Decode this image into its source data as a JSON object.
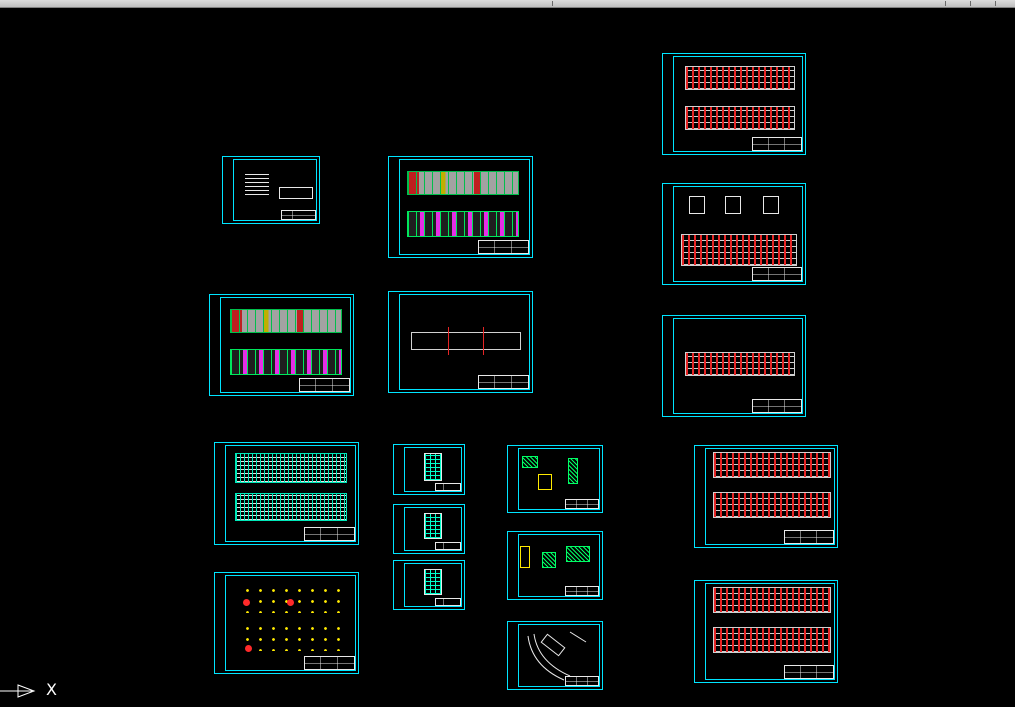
{
  "app": {
    "background_color": "#000000",
    "sheet_border_color": "#00e5ff",
    "layer_colors": {
      "red": "#ff2a2a",
      "green": "#00ff66",
      "yellow": "#ffea00",
      "magenta": "#ff33ff",
      "white": "#e8e8e8"
    }
  },
  "ucs": {
    "icon": "ucs-arrow-icon",
    "axis_label": "X"
  },
  "sheets": [
    {
      "name": "drawing-sheet-cover",
      "content": "text-notes"
    },
    {
      "name": "drawing-sheet-plan-1",
      "content": "floor-plan-color"
    },
    {
      "name": "drawing-sheet-plan-2",
      "content": "floor-plan-magenta"
    },
    {
      "name": "drawing-sheet-roof",
      "content": "roof-outline"
    },
    {
      "name": "drawing-sheet-elevation",
      "content": "elevation"
    },
    {
      "name": "drawing-sheet-column-grid",
      "content": "column-dots"
    },
    {
      "name": "drawing-sheet-section-1",
      "content": "section"
    },
    {
      "name": "drawing-sheet-section-2",
      "content": "section"
    },
    {
      "name": "drawing-sheet-section-3",
      "content": "section"
    },
    {
      "name": "drawing-sheet-detail-1",
      "content": "details"
    },
    {
      "name": "drawing-sheet-detail-2",
      "content": "details"
    },
    {
      "name": "drawing-sheet-site",
      "content": "site-plan"
    },
    {
      "name": "drawing-sheet-structure-1",
      "content": "structural-plan"
    },
    {
      "name": "drawing-sheet-structure-2",
      "content": "column-details"
    },
    {
      "name": "drawing-sheet-structure-3",
      "content": "structural-plan"
    },
    {
      "name": "drawing-sheet-structure-4",
      "content": "reinforcement-plan"
    },
    {
      "name": "drawing-sheet-structure-5",
      "content": "reinforcement-plan"
    }
  ]
}
